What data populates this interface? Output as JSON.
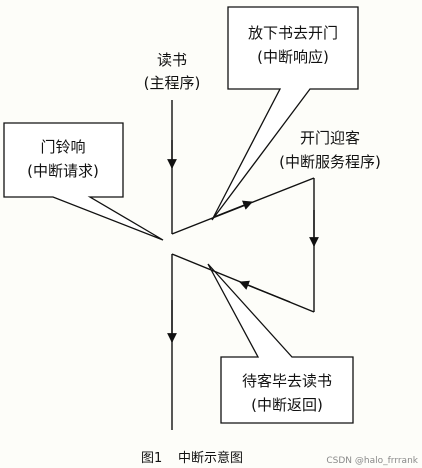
{
  "callouts": {
    "doorbell": {
      "line1": "门铃响",
      "line2": "(中断请求)"
    },
    "put_book": {
      "line1": "放下书去开门",
      "line2": "(中断响应)"
    },
    "back_read": {
      "line1": "待客毕去读书",
      "line2": "(中断返回)"
    }
  },
  "labels": {
    "main": {
      "line1": "读书",
      "line2": "(主程序)"
    },
    "service": {
      "line1": "开门迎客",
      "line2": "(中断服务程序)"
    }
  },
  "caption": {
    "figure": "图1",
    "title": "中断示意图"
  },
  "watermark": "CSDN @halo_frrrank"
}
